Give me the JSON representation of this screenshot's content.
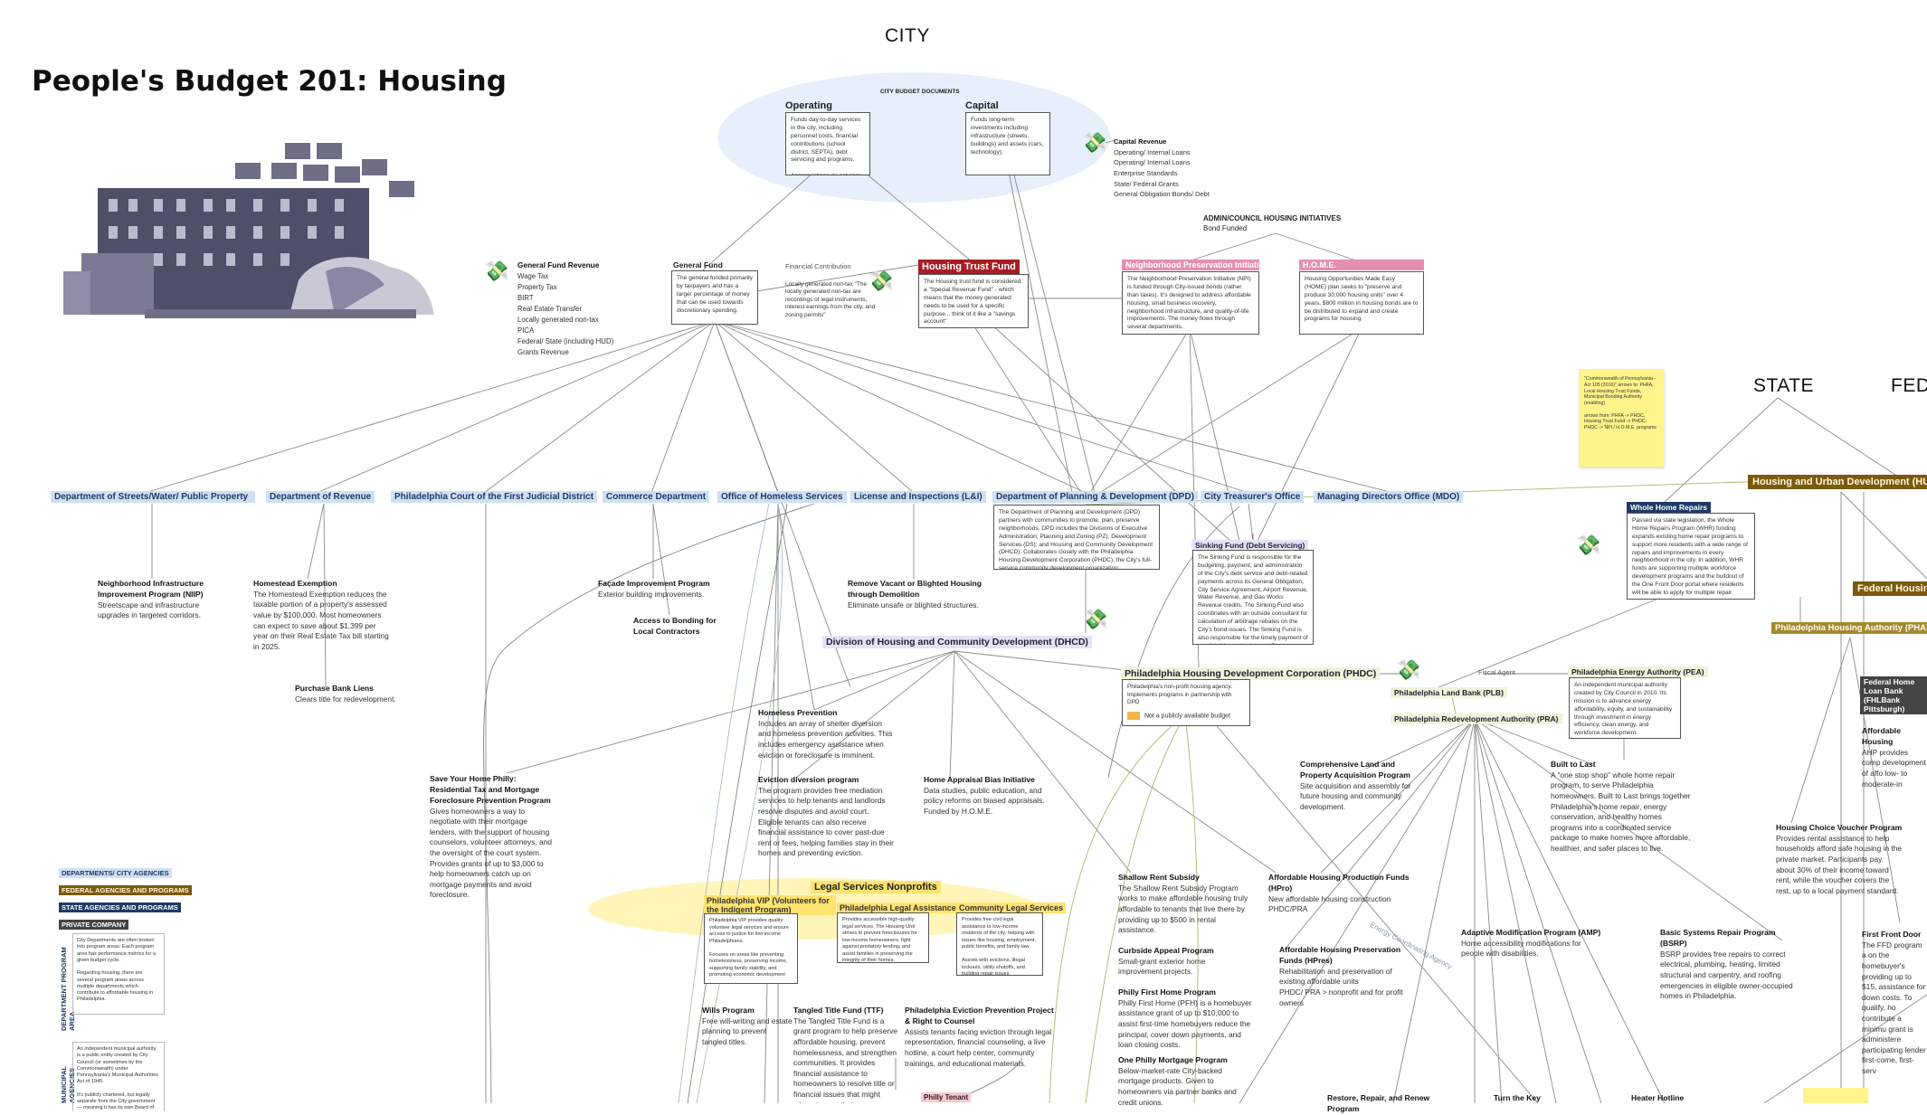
{
  "header": {
    "title": "People's Budget 201: Housing",
    "city": "CITY",
    "state": "STATE",
    "federal": "FEDE"
  },
  "budget_docs": {
    "label": "CITY BUDGET DOCUMENTS",
    "operating": {
      "title": "Operating",
      "text": "Funds day-to-day services in the city, including personnel costs, financial contributions (school district, SEPTA), debt servicing and programs.\n\nAppropriations do not carry forward year-to-year"
    },
    "capital": {
      "title": "Capital",
      "text": "Funds long-term investments including infrastructure (streets, buildings) and assets (cars, technology)."
    }
  },
  "capital_revenue": {
    "title": "Capital Revenue",
    "items": [
      "Operating/ Internal Loans",
      "Operating/ Internal Loans",
      "Enterprise Standards",
      "State/ Federal Grants",
      "General Obligation Bonds/ Debt"
    ]
  },
  "admin_initiatives": {
    "title": "ADMIN/COUNCIL HOUSING INITIATIVES",
    "sub": "Bond Funded"
  },
  "general_fund_revenue": {
    "title": "General Fund Revenue",
    "items": [
      "Wage Tax",
      "Property Tax",
      "BIRT",
      "Real Estate Transfer",
      "Locally generated non-tax",
      "PICA",
      "Federal/ State (including HUD)",
      "Grants Revenue"
    ]
  },
  "general_fund": {
    "title": "General Fund",
    "text": "The general funded primarily by taxpayers and has a larger percentage of money that can be used towards discretionary spending."
  },
  "financial_contribution": {
    "label": "Financial Contribution",
    "text": "Locally generated non-tax \"The locally generated non-tax are recordings of legal instruments, interest earnings from the city, and zoning permits\""
  },
  "housing_trust_fund": {
    "title": "Housing Trust Fund",
    "text": "The Housing trust fund is considered a \"Special Revenue Fund\" - which means that the money generated needs to be used for a specific purpose... think of it like a \"savings account\""
  },
  "npi": {
    "title": "Neighborhood Preservation Initiative",
    "text": "The Neighborhood Preservation Initiative (NPI) is funded through City-issued bonds (rather than taxes). It's designed to address affordable housing, small business recovery, neighborhood infrastructure, and quality-of-life improvements. The money flows through several departments."
  },
  "home": {
    "title": "H.O.M.E.",
    "text": "Housing Opportunities Made Easy (HOME) plan seeks to \"preserve and produce 30,000 housing units\" over 4 years, $800 million in housing bonds are to be distributed to expand and create programs for housing."
  },
  "sticky": {
    "text": "\"Commonwealth of Pennsylvania - Act 105 (2016)\" arrows to: PHFA, Local Housing Trust Funds, Municipal Bonding Authority (enabling)\n\narrows from: PHFA -> PHDC, Housing Trust Fund -> PHDC, PHDC -> NPI / H.O.M.E. programs"
  },
  "departments": [
    "Department of Streets/Water/ Public Property",
    "Department of Revenue",
    "Philadelphia Court of the First Judicial District",
    "Commerce Department",
    "Office of Homeless Services",
    "License and Inspections (L&I)",
    "Department of Planning & Development (DPD)",
    "City Treasurer's Office",
    "Managing Directors Office (MDO)"
  ],
  "hud": "Housing and Urban Development (HUD)",
  "federal_housing": "Federal Housing",
  "pha": "Philadelphia Housing Authority (PHA)",
  "fhlb": "Federal Home Loan Bank (FHLBank Pittsburgh)",
  "dpd_box": "The Department of Planning and Development (DPD) partners with communities to promote, plan, preserve neighborhoods. DPD includes the Divisions of Executive Administration; Planning and Zoning (PZ); Development Services (DS); and Housing and Community Development (DHCD). Collaborates closely with the Philadelphia Housing Development Corporation (PHDC), the City's full-service community development organization.",
  "sinking_fund": {
    "title": "Sinking Fund (Debt Servicing)",
    "text": "The Sinking Fund is responsible for the budgeting, payment, and administration of the City's debt service and debt-related payments across its General Obligation, City Service Agreement, Airport Revenue, Water Revenue, and Gas Works Revenue credits. The Sinking Fund also coordinates with an outside consultant for calculation of arbitrage rebates on the City's bond issues. The Sinking Fund is also responsible for the timely payment of any liabilities to the Internal Revenue Service (IRS)."
  },
  "whole_home": {
    "title": "Whole Home Repairs",
    "text": "Passed via state legislation, the Whole Home Repairs Program (WHR) funding expands existing home repair programs to support more residents with a wide range of repairs and improvements in every neighborhood in the city. In addition, WHR funds are supporting multiple workforce development programs and the buildout of the One Front Door portal where residents will be able to apply for multiple repair programs in one place."
  },
  "programs": {
    "niip": {
      "title": "Neighborhood Infrastructure Improvement Program (NIIP)",
      "text": "Streetscape and infrastructure upgrades in targeted corridors."
    },
    "homestead": {
      "title": "Homestead Exemption",
      "text": "The Homestead Exemption reduces the taxable portion of a property's assessed value by $100,000. Most homeowners can expect to save about $1,399 per year on their Real Estate Tax bill starting in 2025."
    },
    "liens": {
      "title": "Purchase Bank Liens",
      "text": "Clears title for redevelopment."
    },
    "facade": {
      "title": "Façade Improvement Program",
      "text": "Exterior building improvements."
    },
    "bonding": {
      "title": "Access to Bonding for Local Contractors",
      "text": ""
    },
    "demolition": {
      "title": "Remove Vacant or Blighted Housing through Demolition",
      "text": "Eliminate unsafe or blighted structures."
    },
    "save_home": {
      "title": "Save Your Home Philly: Residential Tax and Mortgage Foreclosure Prevention Program",
      "text": "Gives homeowners a way to negotiate with their mortgage lenders, with the support of housing counselors, volunteer attorneys, and the oversight of the court system. Provides grants of up to $3,000 to help homeowners catch up on mortgage payments and avoid foreclosure."
    },
    "homeless_prev": {
      "title": "Homeless Prevention",
      "text": "Includes an array of shelter diversion and homeless prevention activities. This includes emergency assistance when eviction or foreclosure is imminent."
    },
    "eviction": {
      "title": "Eviction diversion program",
      "text": "The program provides free mediation services to help tenants and landlords resolve disputes and avoid court. Eligible tenants can also receive financial assistance to cover past-due rent or fees, helping families stay in their homes and preventing eviction."
    },
    "appraisal": {
      "title": "Home Appraisal Bias Initiative",
      "text": "Data studies, public education, and policy reforms on biased appraisals. Funded by H.O.M.E."
    },
    "comp_land": {
      "title": "Comprehensive Land and Property Acquisition Program",
      "text": "Site acquisition and assembly for future housing and community development."
    },
    "built_last": {
      "title": "Built to Last",
      "text": "A \"one stop shop\" whole home repair program, to serve Philadelphia homeowners. Built to Last brings together Philadelphia's home repair, energy conservation, and healthy homes programs into a coordinated service package to make homes more affordable, healthier, and safer places to live."
    },
    "shallow": {
      "title": "Shallow Rent Subsidy",
      "text": "The Shallow Rent Subsidy Program works to make affordable housing truly affordable to tenants that live there by providing up to $500 in rental assistance."
    },
    "curbside": {
      "title": "Curbside Appeal Program",
      "text": "Small-grant exterior home improvement projects."
    },
    "first_home": {
      "title": "Philly First Home Program",
      "text": "Philly First Home (PFH) is a homebuyer assistance grant of up to $10,000 to assist first-time homebuyers reduce the principal, cover down payments, and loan closing costs."
    },
    "one_philly": {
      "title": "One Philly Mortgage Program",
      "text": "Below-market-rate City-backed mortgage products. Given to homeowners via partner banks and credit unions."
    },
    "hpro": {
      "title": "Affordable Housing Production Funds (HPro)",
      "text": "New affordable housing construction\nPHDC/PRA"
    },
    "hpres": {
      "title": "Affordable Housing Preservation Funds (HPres)",
      "text": "Rehabilitation and preservation of existing affordable units\nPHDC/ PRA > nonprofit and for profit owners"
    },
    "amp": {
      "title": "Adaptive Modification Program (AMP)",
      "text": "Home accessibility modifications for people with disabilities."
    },
    "bsrp": {
      "title": "Basic Systems Repair Program (BSRP)",
      "text": "BSRP provides free repairs to correct electrical, plumbing, heating, limited structural and carpentry, and roofing emergencies in eligible owner-occupied homes in Philadelphia."
    },
    "hcv": {
      "title": "Housing Choice Voucher Program",
      "text": "Provides rental assistance to help households afford safe housing in the private market. Participants pay about 30% of their income toward rent, while the voucher covers the rest, up to a local payment standard."
    },
    "ahp": {
      "title": "Affordable Housing",
      "text": "AHP provides comp development of affo low- to moderate-in"
    },
    "ffd": {
      "title": "First Front Door",
      "text": "The FFD program a on the homebuyer's providing up to $15, assistance for down costs. To qualify, ho contribute a minimu grant is administere participating lender first-come, first-serv"
    },
    "wills": {
      "title": "Wills Program",
      "text": "Free will-writing and estate planning to prevent tangled titles."
    },
    "ttf": {
      "title": "Tangled Title Fund (TTF)",
      "text": "The Tangled Title Fund is a grant program to help preserve affordable housing, prevent homelessness, and strengthen communities. It provides financial assistance to homeowners to resolve title or financial issues that might otherwise put their"
    },
    "eviction_project": {
      "title": "Philadelphia Eviction Prevention Project & Right to Counsel",
      "text": "Assists tenants facing eviction through legal representation, financial counseling, a live hotline, a court help center, community trainings, and educational materials."
    },
    "restore": {
      "title": "Restore, Repair, and Renew Program",
      "text": ""
    },
    "turn_key": {
      "title": "Turn the Key",
      "text": ""
    },
    "heater": {
      "title": "Heater Hotline",
      "text": ""
    }
  },
  "dhcd": "Division of Housing and Community Development (DHCD)",
  "phdc": {
    "title": "Philadelphia Housing Development Corporation (PHDC)",
    "text": "Philadelphia's non-profit housing agency. Implements programs in partnership with DPD",
    "note": "Not a publicly available budget"
  },
  "plb": "Philadelphia Land Bank (PLB)",
  "pra": "Philadelphia Redevelopment Authority (PRA)",
  "fiscal_agent": "Fiscal Agent",
  "pea": {
    "title": "Philadelphia Energy Authority (PEA)",
    "text": "An independent municipal authority created by City Council in 2010. Its mission is to advance energy affordability, equity, and sustainability through investment in energy efficiency, clean energy, and workforce development."
  },
  "energy_agency": "Energy Coordinating Agency",
  "legal": {
    "title": "Legal Services Nonprofits",
    "vip": {
      "title": "Philadelphia VIP (Volunteers for the Indigent Program)",
      "text": "Philadelphia VIP provides quality volunteer legal services and ensure access to justice for low-income Philadelphians.\n\nFocuses on areas like preventing homelessness, preserving income, supporting family stability, and promoting economic development"
    },
    "pla": {
      "title": "Philadelphia Legal Assistance",
      "text": "Provides accessible high-quality legal services. The Housing Unit strives to prevent foreclosures for low-income homeowners, fight against predatory lending, and assist families in preserving the integrity of their homes."
    },
    "cls": {
      "title": "Community Legal Services",
      "text": "Provides free civil legal assistance to low-income residents of the city, helping with issues like housing, employment, public benefits, and family law.\n\nAssists with evictions, illegal lockouts, utility shutoffs, and building repair issues"
    }
  },
  "philly_tenant": "Philly Tenant",
  "legend": {
    "items": [
      "DEPARTMENTS/ CITY AGENCIES",
      "FEDERAL AGENCIES AND PROGRAMS",
      "STATE AGENCIES AND PROGRAMS",
      "PRIVATE COMPANY"
    ],
    "dept_area": "DEPARTMENT PROGRAM AREA",
    "dept_text": "City Departments are often broken into program areas. Each program area has performance metrics for a given budget cycle.\n\nRegarding housing, there are several program areas across multiple departments which contribute to affordable housing in Philadelphia.",
    "agency_area": "MUNICIPAL AGENCIES",
    "agency_text": "An independent municipal authority is a public entity created by City Council (or sometimes by the Commonwealth) under Pennsylvania's Municipal Authorities Act of 1945.\n\nIt's publicly chartered, but legally separate from the City government — meaning it has its own Board of directors"
  },
  "colors": {
    "dept": "#cfe0f5",
    "hud": "#7a5a10",
    "htf": "#a81d25",
    "npi": "#e48fb0",
    "sticky": "#fff48a",
    "legal": "#ffe36e"
  }
}
